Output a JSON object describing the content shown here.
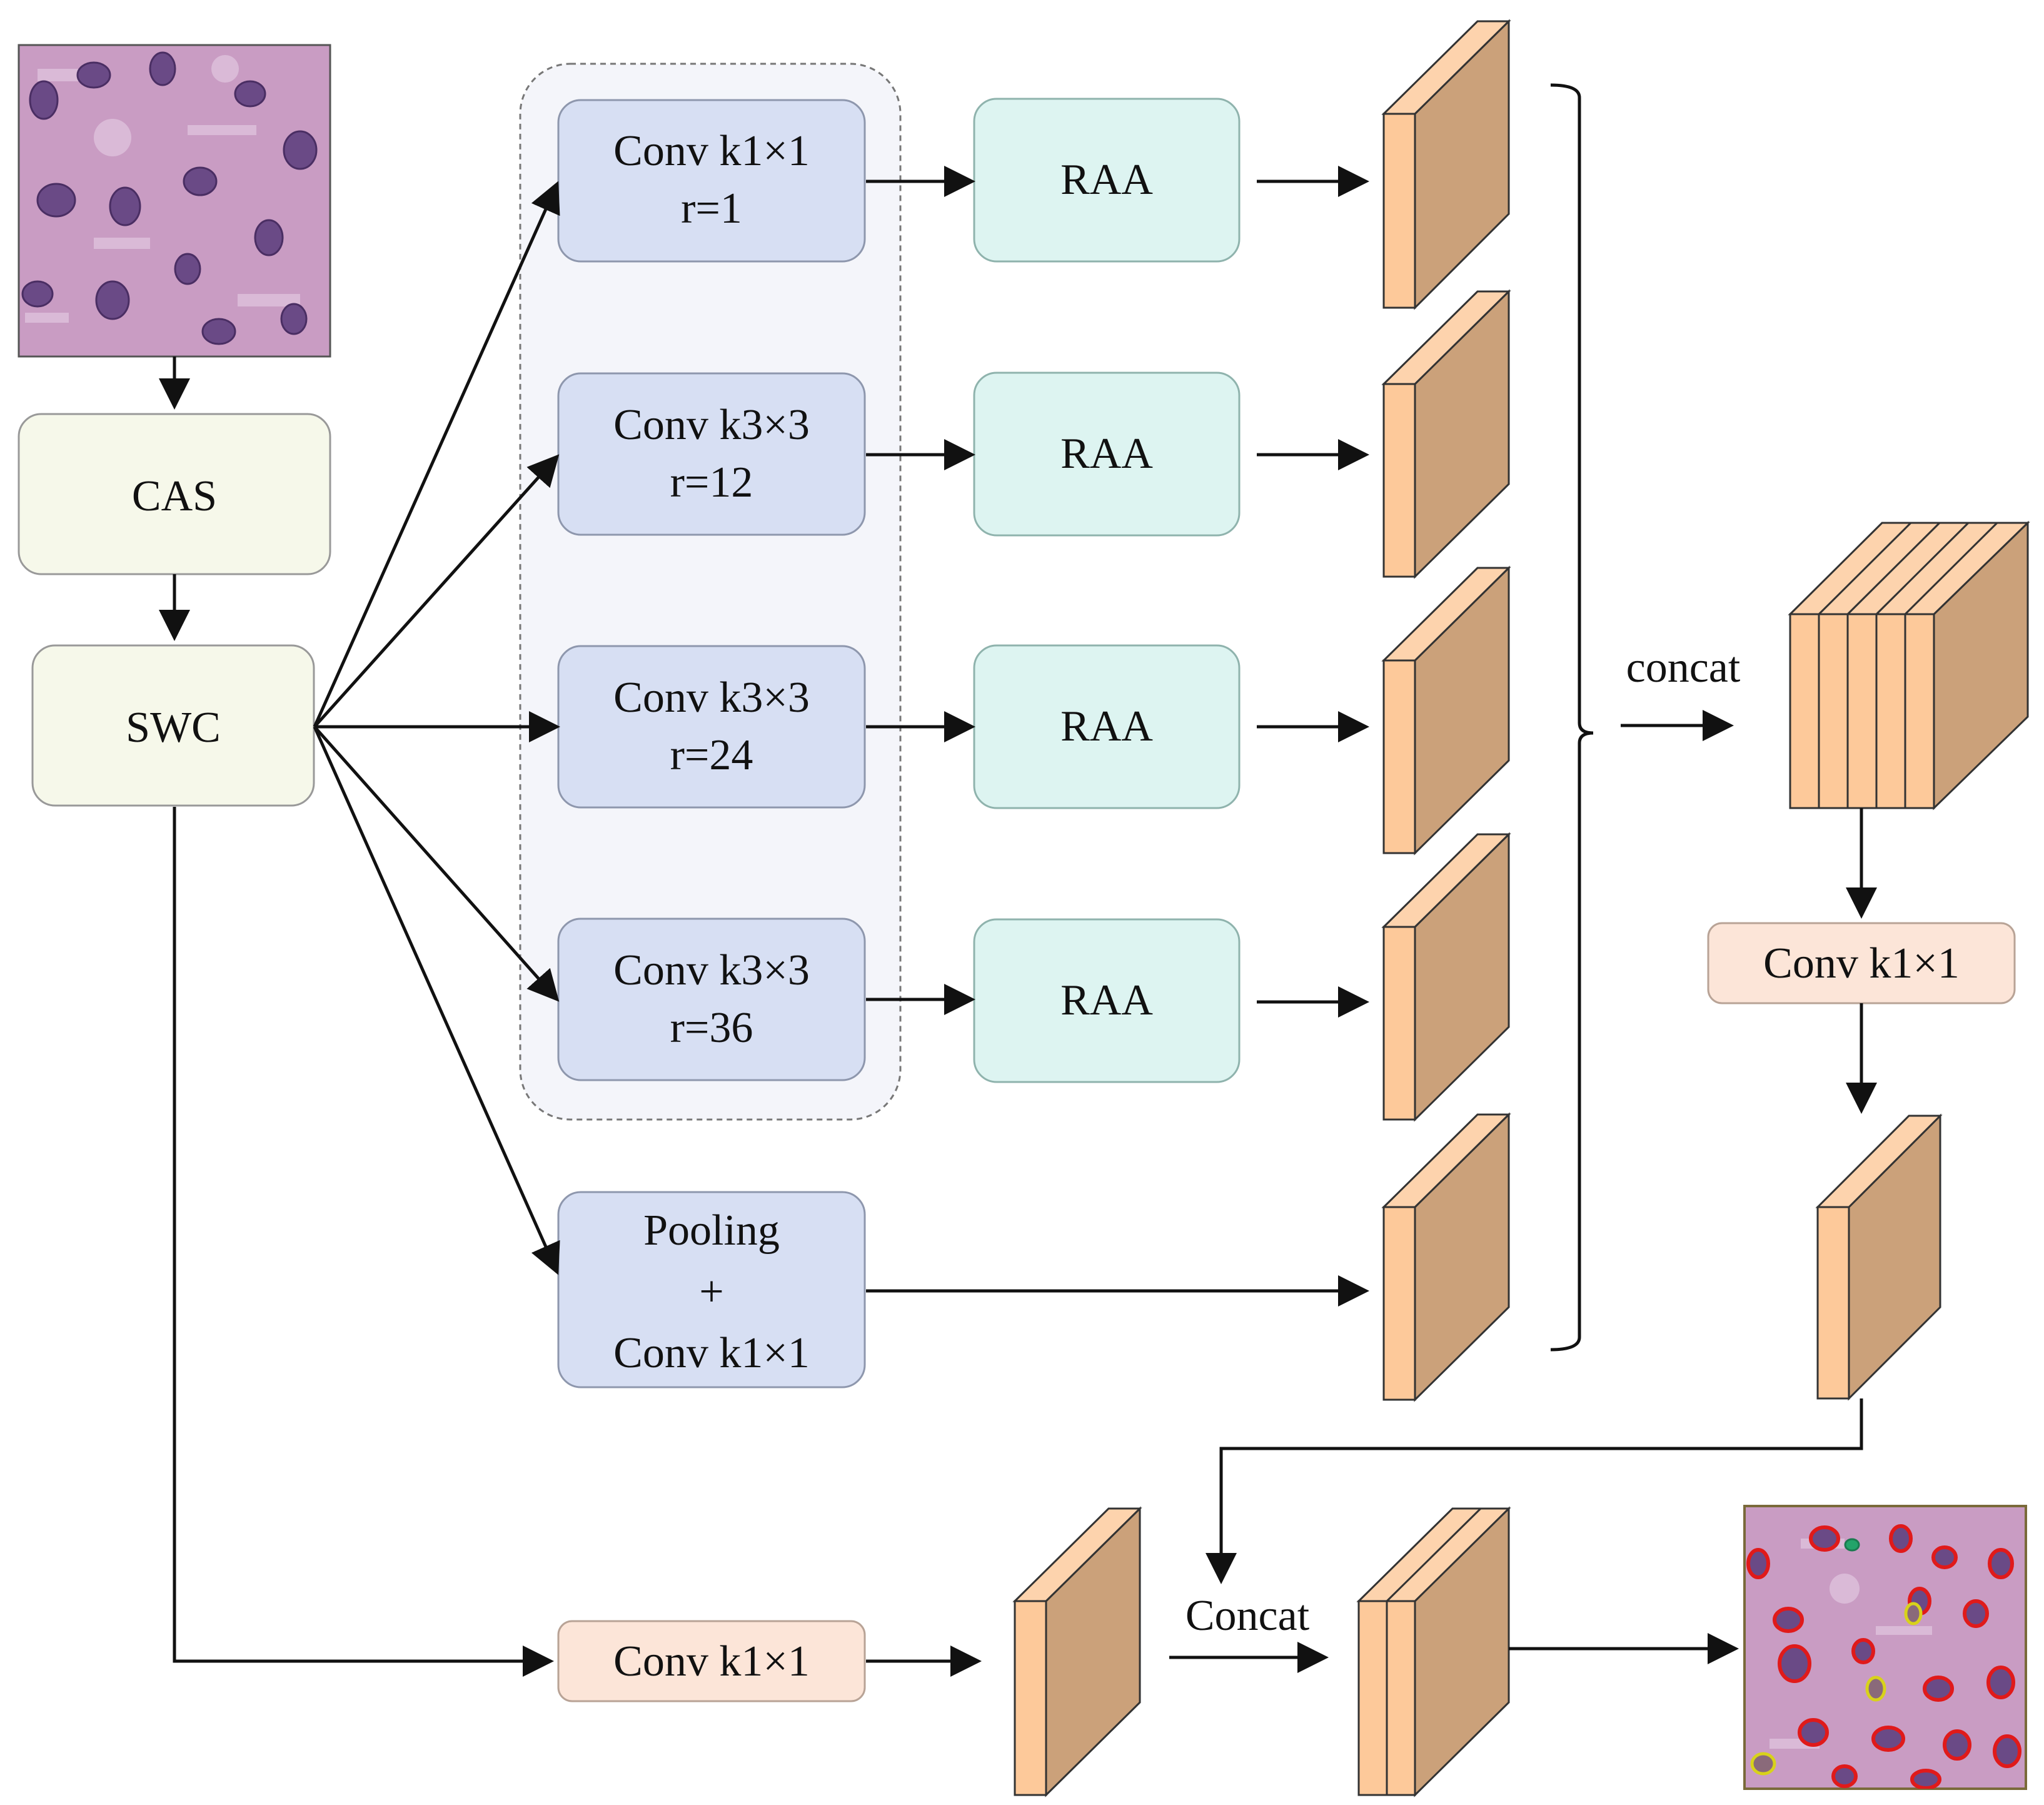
{
  "colors": {
    "input_block_fill": "#f6f8ea",
    "conv_block_fill": "#d7dff3",
    "raa_block_fill": "#ddf4f1",
    "projection_fill": "#fce5d8",
    "aspp_group_fill": "#f4f5fa",
    "feature_map_front": "#fdc99a",
    "feature_map_side": "#cba17a",
    "edge": "#111111",
    "tissue_bg": "#c99cc3",
    "nucleus": "#6a4a86",
    "contour_red": "#e01a1a",
    "contour_yellow": "#d8d21b",
    "contour_green": "#23a36a"
  },
  "blocks": {
    "cas": "CAS",
    "swc": "SWC",
    "branch1": {
      "line1": "Conv k1×1",
      "line2": "r=1"
    },
    "branch2": {
      "line1": "Conv k3×3",
      "line2": "r=12"
    },
    "branch3": {
      "line1": "Conv k3×3",
      "line2": "r=24"
    },
    "branch4": {
      "line1": "Conv k3×3",
      "line2": "r=36"
    },
    "pool": {
      "line1": "Pooling",
      "line2": "+",
      "line3": "Conv k1×1"
    },
    "raa": [
      "RAA",
      "RAA",
      "RAA",
      "RAA"
    ],
    "post_concat_conv": "Conv k1×1",
    "skip_conv": "Conv k1×1"
  },
  "labels": {
    "concat_upper": "concat",
    "concat_lower": "Concat"
  },
  "images": {
    "input": "histology-input-patch",
    "output": "segmentation-output-overlay"
  }
}
